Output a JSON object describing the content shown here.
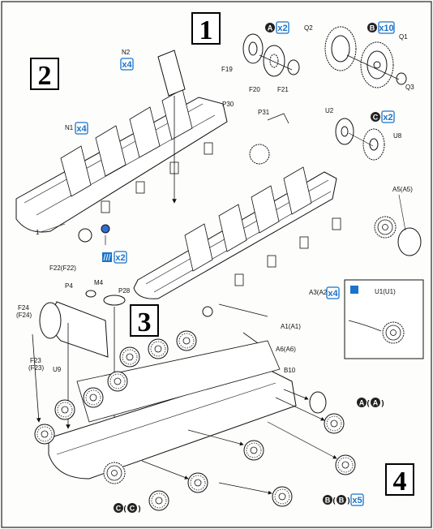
{
  "steps": {
    "s1": "1",
    "s2": "2",
    "s3": "3",
    "s4": "4"
  },
  "step1": {
    "qty_a": "x2",
    "qty_b": "x10",
    "letter_a": "A",
    "letter_b": "B",
    "q2": "Q2",
    "q1": "Q1",
    "q3": "Q3",
    "f19": "F19",
    "f20": "F20",
    "f21": "F21",
    "u2": "U2",
    "u8": "U8",
    "letter_c": "C",
    "qty_c": "x2"
  },
  "step2": {
    "n2": "N2",
    "n2_qty": "x4",
    "p30": "P30",
    "p31": "P31",
    "n1": "N1",
    "n1_qty": "x4",
    "part1": "1",
    "glue_qty": "x2"
  },
  "step3": {
    "a5": "A5(A5)",
    "u1": "U1(U1)",
    "a3": "A3(A2)",
    "a3_qty": "x4",
    "a1": "A1(A1)",
    "a6": "A6(A6)",
    "f22": "F22(F22)",
    "p4": "P4",
    "m4": "M4",
    "p28": "P28",
    "f24a": "F24",
    "f24b": "(F24)",
    "f23a": "F23",
    "f23b": "(F23)",
    "u9": "U9",
    "b10": "B10"
  },
  "step4": {
    "wheel_a": "A",
    "wheel_a_paren": "A",
    "wheel_b": "B",
    "wheel_b_paren": "B",
    "wheel_b_qty": "x5",
    "wheel_c": "C",
    "wheel_c_paren": "C"
  },
  "colors": {
    "accent": "#1a73c9",
    "ink": "#111111",
    "paper": "#fdfdfb"
  }
}
